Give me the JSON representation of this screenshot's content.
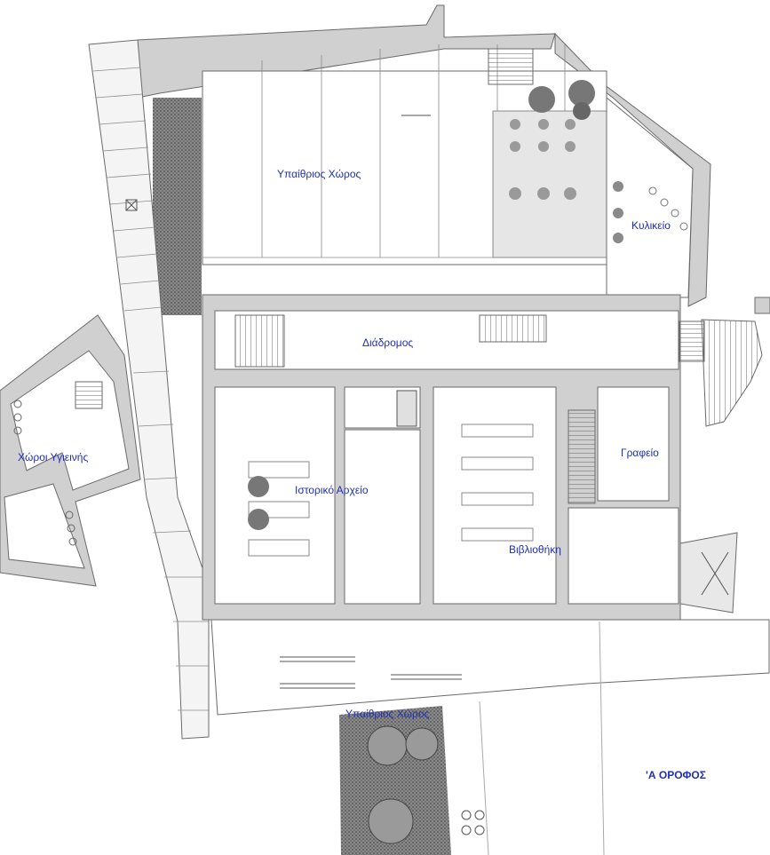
{
  "plan": {
    "floor_label": "'Α ΟΡΟΦΟΣ",
    "label_color": "#1f2fb4",
    "wall_color": "#c8c8c8",
    "line_color": "#6a6a6a",
    "rooms": {
      "courtyard_north": "Υπαίθριος Χώρος",
      "canteen": "Κυλικείο",
      "corridor": "Διάδρομος",
      "wc": "Χώροι Υγιεινής",
      "archive": "Ιστορικό Αρχείο",
      "office": "Γραφείο",
      "library": "Βιβλιοθήκη",
      "courtyard_south": "Υπαίθριος Χώρος"
    }
  }
}
